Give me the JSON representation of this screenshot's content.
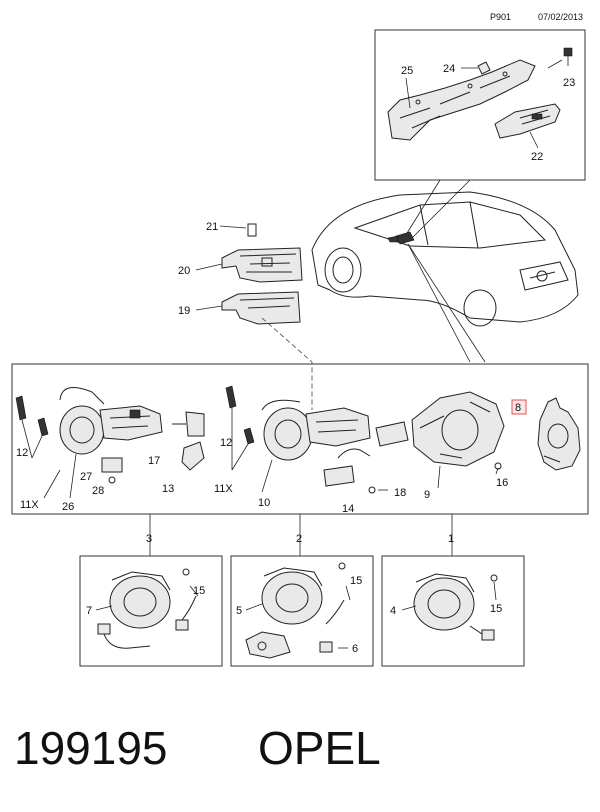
{
  "header": {
    "code": "P901",
    "date": "07/02/2013"
  },
  "footer": {
    "part_number": "199195",
    "brand": "OPEL"
  },
  "highlighted_callout": "8",
  "callouts": {
    "c1": "1",
    "c2": "2",
    "c3": "3",
    "c4": "4",
    "c5": "5",
    "c6": "6",
    "c7": "7",
    "c9": "9",
    "c10": "10",
    "c12a": "12",
    "c12b": "12",
    "c13": "13",
    "c14": "14",
    "c15a": "15",
    "c15b": "15",
    "c15c": "15",
    "c16": "16",
    "c17": "17",
    "c18": "18",
    "c19": "19",
    "c20": "20",
    "c21": "21",
    "c22": "22",
    "c23": "23",
    "c24": "24",
    "c25": "25",
    "c26": "26",
    "c27": "27",
    "c28": "28",
    "x11a": "11X",
    "x11b": "11X"
  },
  "colors": {
    "highlight_border": "#e05050",
    "highlight_fill": "#fde6e6"
  }
}
